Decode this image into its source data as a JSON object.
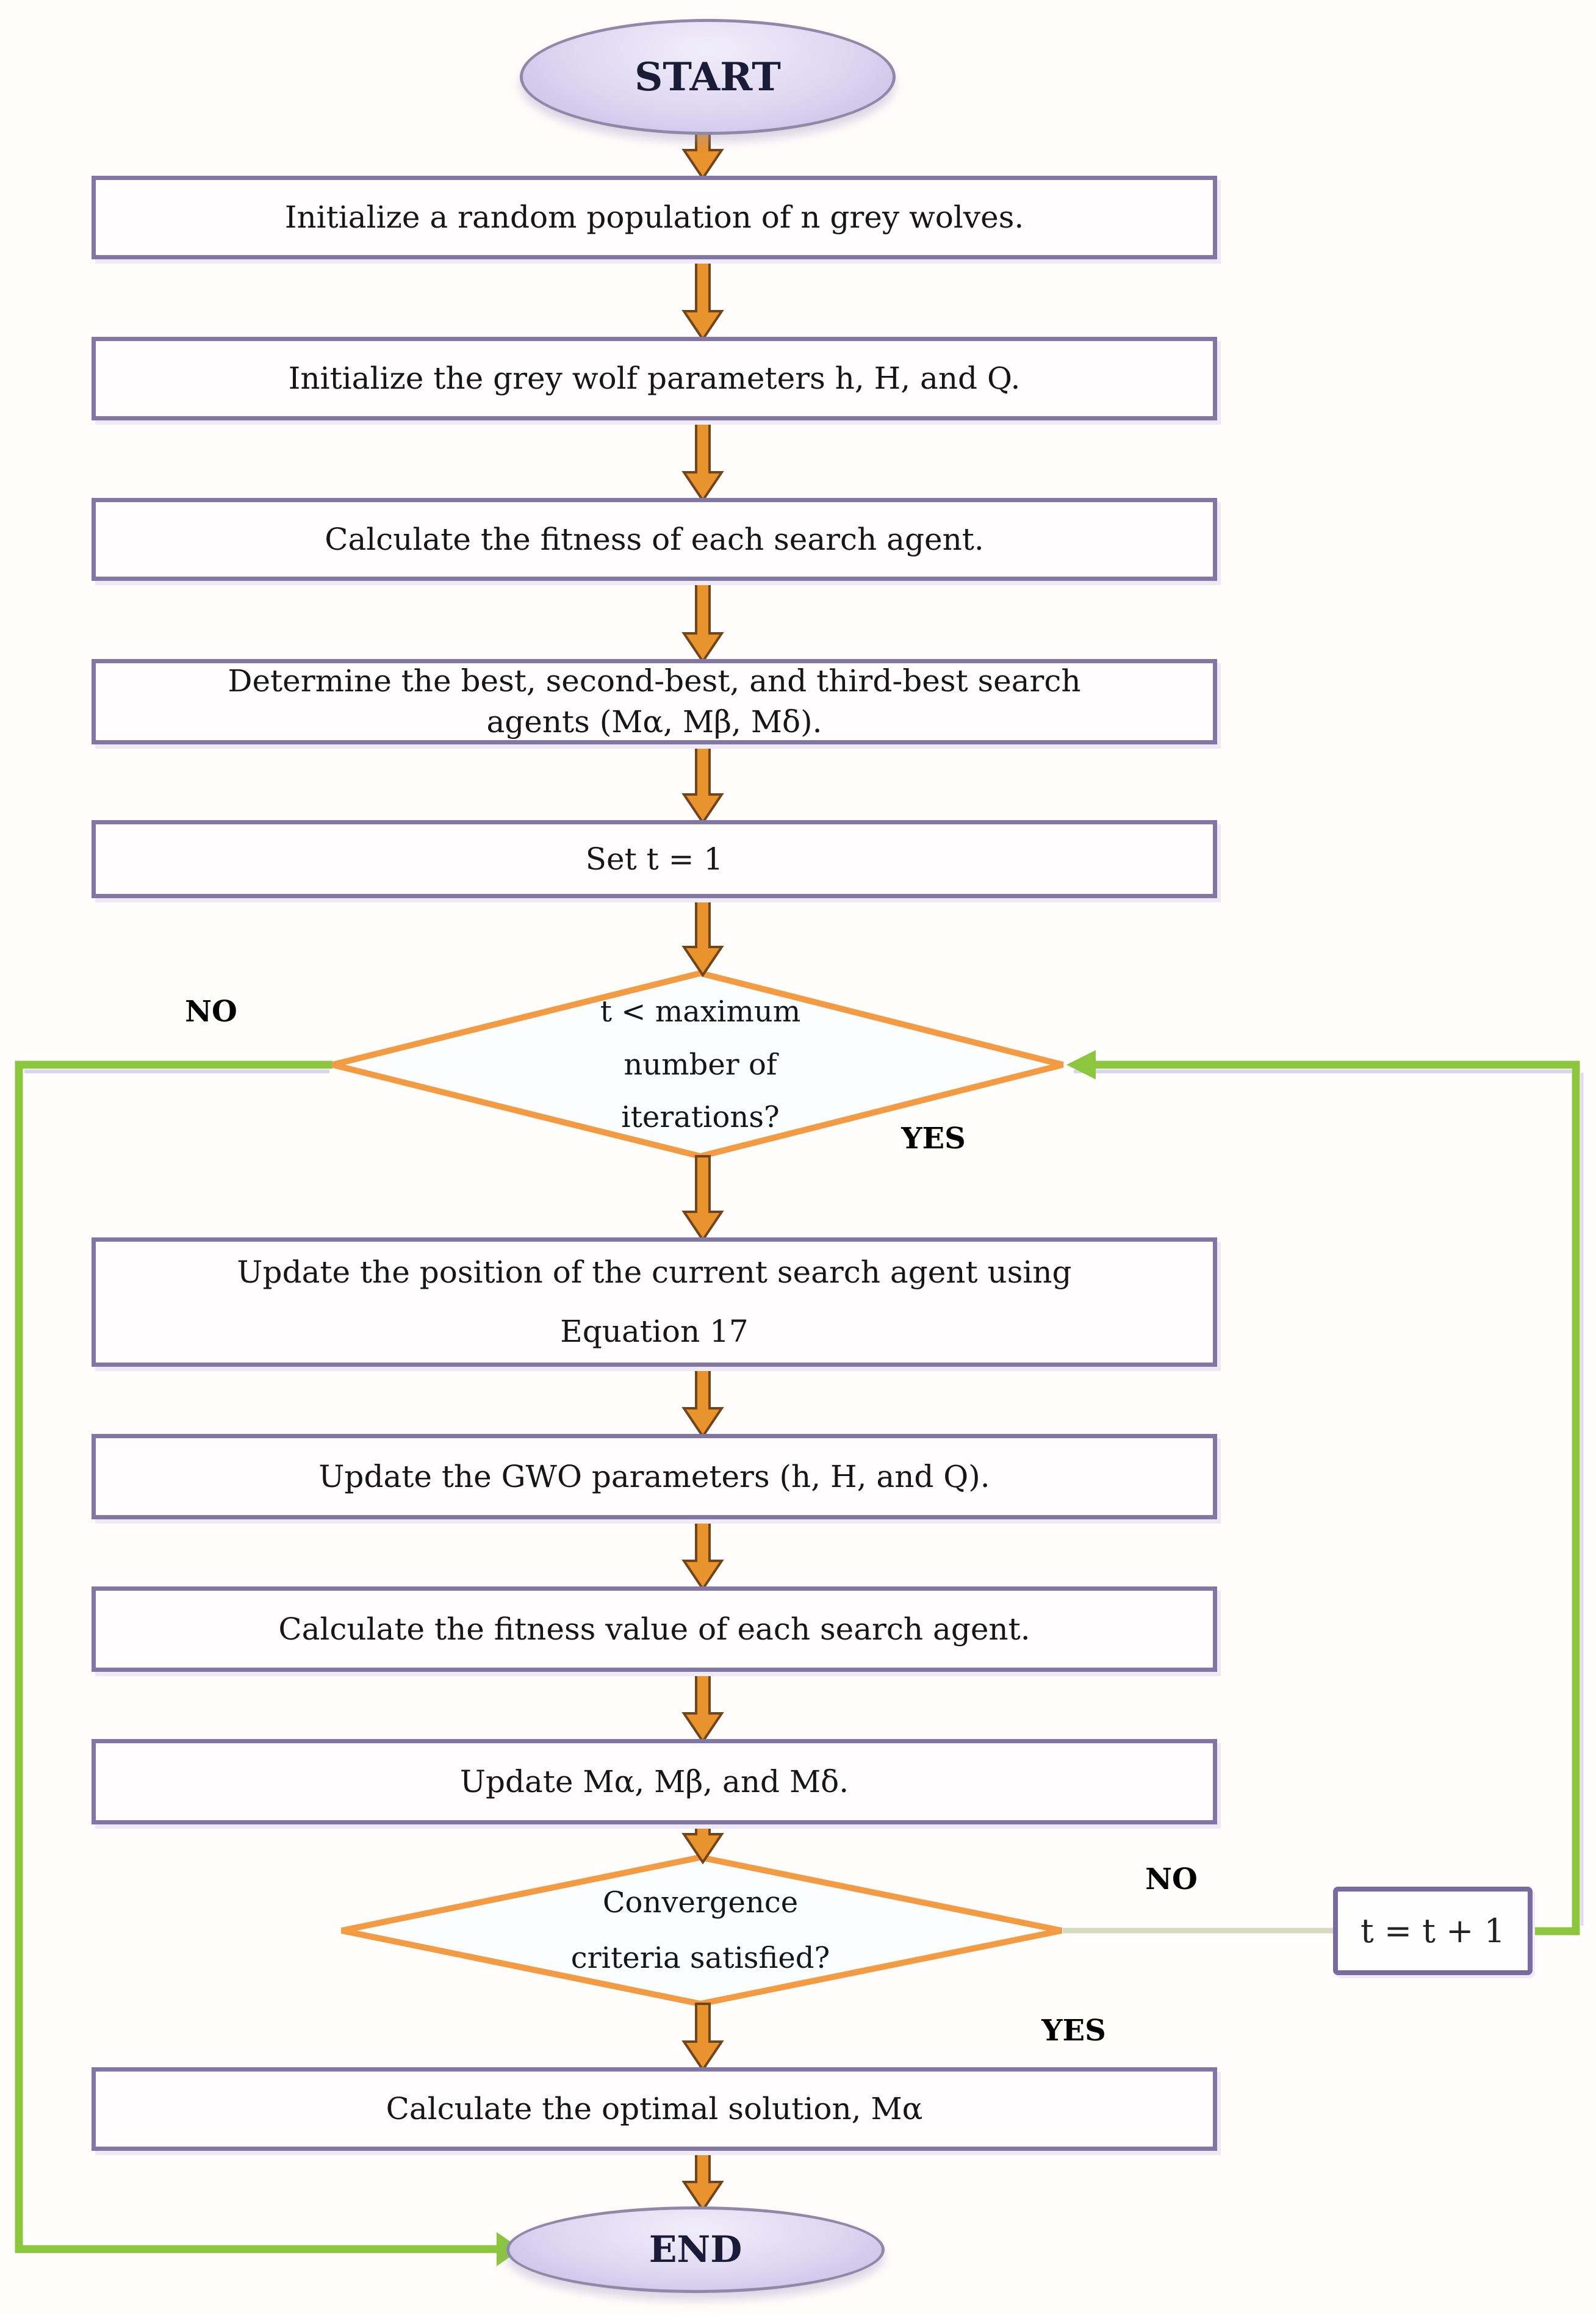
{
  "nodes": {
    "start": "START",
    "step1": "Initialize a random population of n grey wolves.",
    "step2": "Initialize the grey wolf parameters h, H, and Q.",
    "step3": "Calculate the fitness of each search agent.",
    "step4": "Determine the best, second-best, and third-best search\nagents (Mα, Mβ, Mδ).",
    "step5": "Set t = 1",
    "decision1": "t < maximum\nnumber of\niterations?",
    "step6": "Update the position of the current search agent using\nEquation 17",
    "step7": "Update the GWO parameters (h, H, and Q).",
    "step8": "Calculate the fitness value of each search agent.",
    "step9": "Update Mα, Mβ, and Mδ.",
    "decision2": "Convergence\ncriteria satisfied?",
    "increment": "t = t + 1",
    "step10": "Calculate the optimal solution, Mα",
    "end": "END"
  },
  "edge_labels": {
    "decision1_no": "NO",
    "decision1_yes": "YES",
    "decision2_no": "NO",
    "decision2_yes": "YES"
  },
  "colors": {
    "box_border": "#8077A4",
    "diamond_border": "#F39B43",
    "arrow_fill": "#E8932D",
    "arrow_outline": "#70451C",
    "loop_line_green": "#8CC63F",
    "pale_connector": "#D6DABE",
    "terminator_fill": "#DDD6F1",
    "terminator_border": "#8D89A6"
  }
}
